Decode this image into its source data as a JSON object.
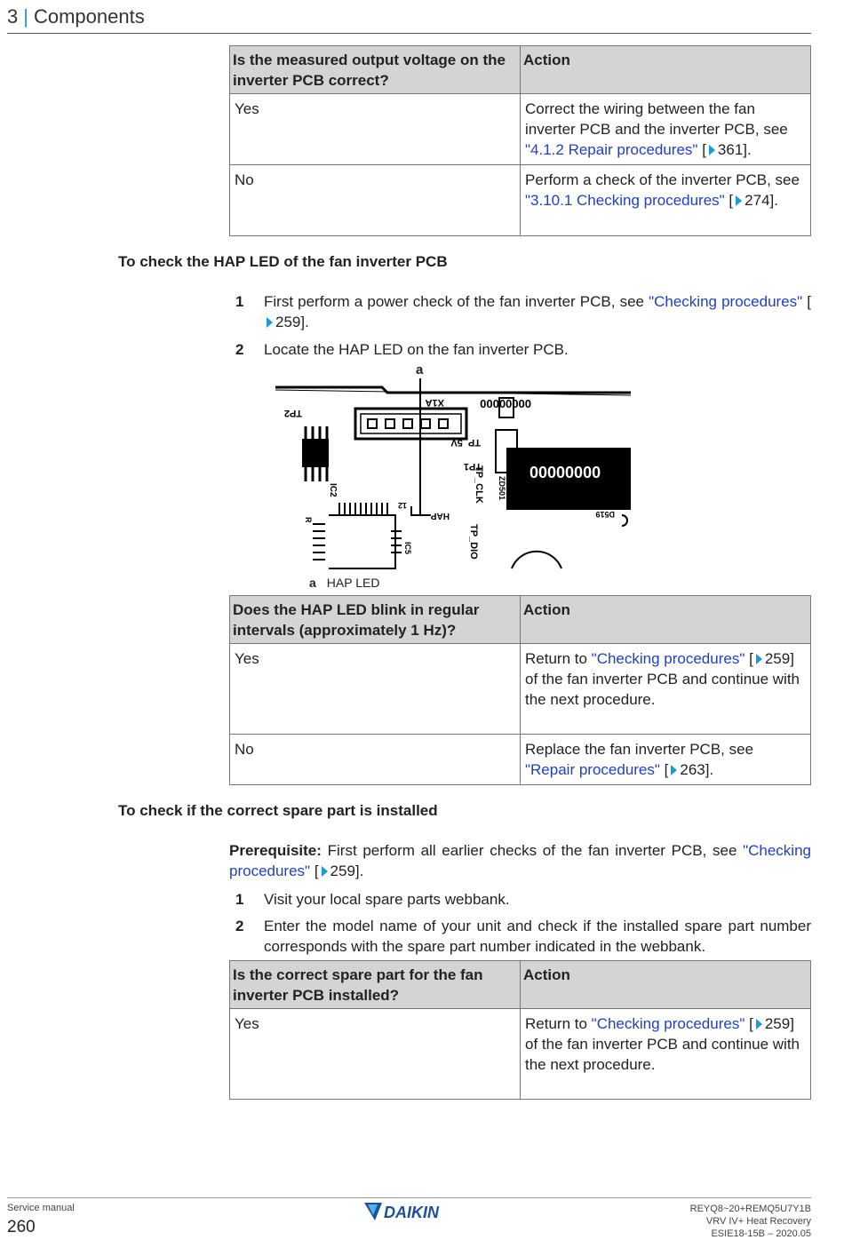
{
  "header": {
    "chapter": "3",
    "title": "Components"
  },
  "table1": {
    "headers": [
      "Is the measured output voltage on the inverter PCB correct?",
      "Action"
    ],
    "rows": [
      {
        "c1": "Yes",
        "a_pre": "Correct the wiring between the fan inverter PCB and the inverter PCB, see ",
        "a_link": "\"4.1.2 Repair procedures\"",
        "a_post": "361]."
      },
      {
        "c1": "No",
        "a_pre": "Perform a check of the inverter PCB, see ",
        "a_link": "\"3.10.1 Checking procedures\"",
        "a_post": "274]."
      }
    ]
  },
  "section1": {
    "title": "To check the HAP LED of the fan inverter PCB",
    "steps": [
      {
        "num": "1",
        "pre": "First perform a power check of the fan inverter PCB, see ",
        "link": "\"Checking procedures\"",
        "post": "259]."
      },
      {
        "num": "2",
        "text": "Locate the HAP LED on the fan inverter PCB."
      }
    ]
  },
  "figure": {
    "callout": "a",
    "caption_letter": "a",
    "caption_text": "HAP LED",
    "pcb_labels": {
      "tp2": "TP2",
      "x1a": "X1A",
      "tp5v": "TP_5V",
      "serial": "00000000",
      "ic": "IC2",
      "tp1": "TP1",
      "tpclk": "TP_CLK",
      "hap": "HAP",
      "tpdio": "TP_DIO",
      "d": "D519",
      "code": "00000000",
      "zd": "ZD501",
      "r": "R",
      "ic5": "IC5",
      "c1": "12"
    }
  },
  "table2": {
    "headers": [
      "Does the HAP LED blink in regular intervals (approximately 1 Hz)?",
      "Action"
    ],
    "rows": [
      {
        "c1": "Yes",
        "a_pre": "Return to ",
        "a_link": "\"Checking procedures\"",
        "a_post": "259] of the fan inverter PCB and continue with the next procedure."
      },
      {
        "c1": "No",
        "a_pre": "Replace the fan inverter PCB, see ",
        "a_link": "\"Repair procedures\"",
        "a_post": "263]."
      }
    ]
  },
  "section2": {
    "title": "To check if the correct spare part is installed",
    "prereq_label": "Prerequisite:",
    "prereq_pre": " First perform all earlier checks of the fan inverter PCB, see ",
    "prereq_link": "\"Checking procedures\"",
    "prereq_post": "259].",
    "steps": [
      {
        "num": "1",
        "text": "Visit your local spare parts webbank."
      },
      {
        "num": "2",
        "text": "Enter the model name of your unit and check if the installed spare part number corresponds with the spare part number indicated in the webbank."
      }
    ]
  },
  "table3": {
    "headers": [
      "Is the correct spare part for the fan inverter PCB installed?",
      "Action"
    ],
    "rows": [
      {
        "c1": "Yes",
        "a_pre": "Return to ",
        "a_link": "\"Checking procedures\"",
        "a_post": "259] of the fan inverter PCB and continue with the next procedure."
      }
    ]
  },
  "footer": {
    "left": "Service manual",
    "page": "260",
    "logo": "DAIKIN",
    "right1": "REYQ8~20+REMQ5U7Y1B",
    "right2": "VRV IV+ Heat Recovery",
    "right3": "ESIE18-15B – 2020.05"
  },
  "colors": {
    "accent": "#1a9ad6",
    "link": "#1f3fc8",
    "header_fill": "#d4d4d4",
    "logo_blue": "#1d4fa0"
  }
}
